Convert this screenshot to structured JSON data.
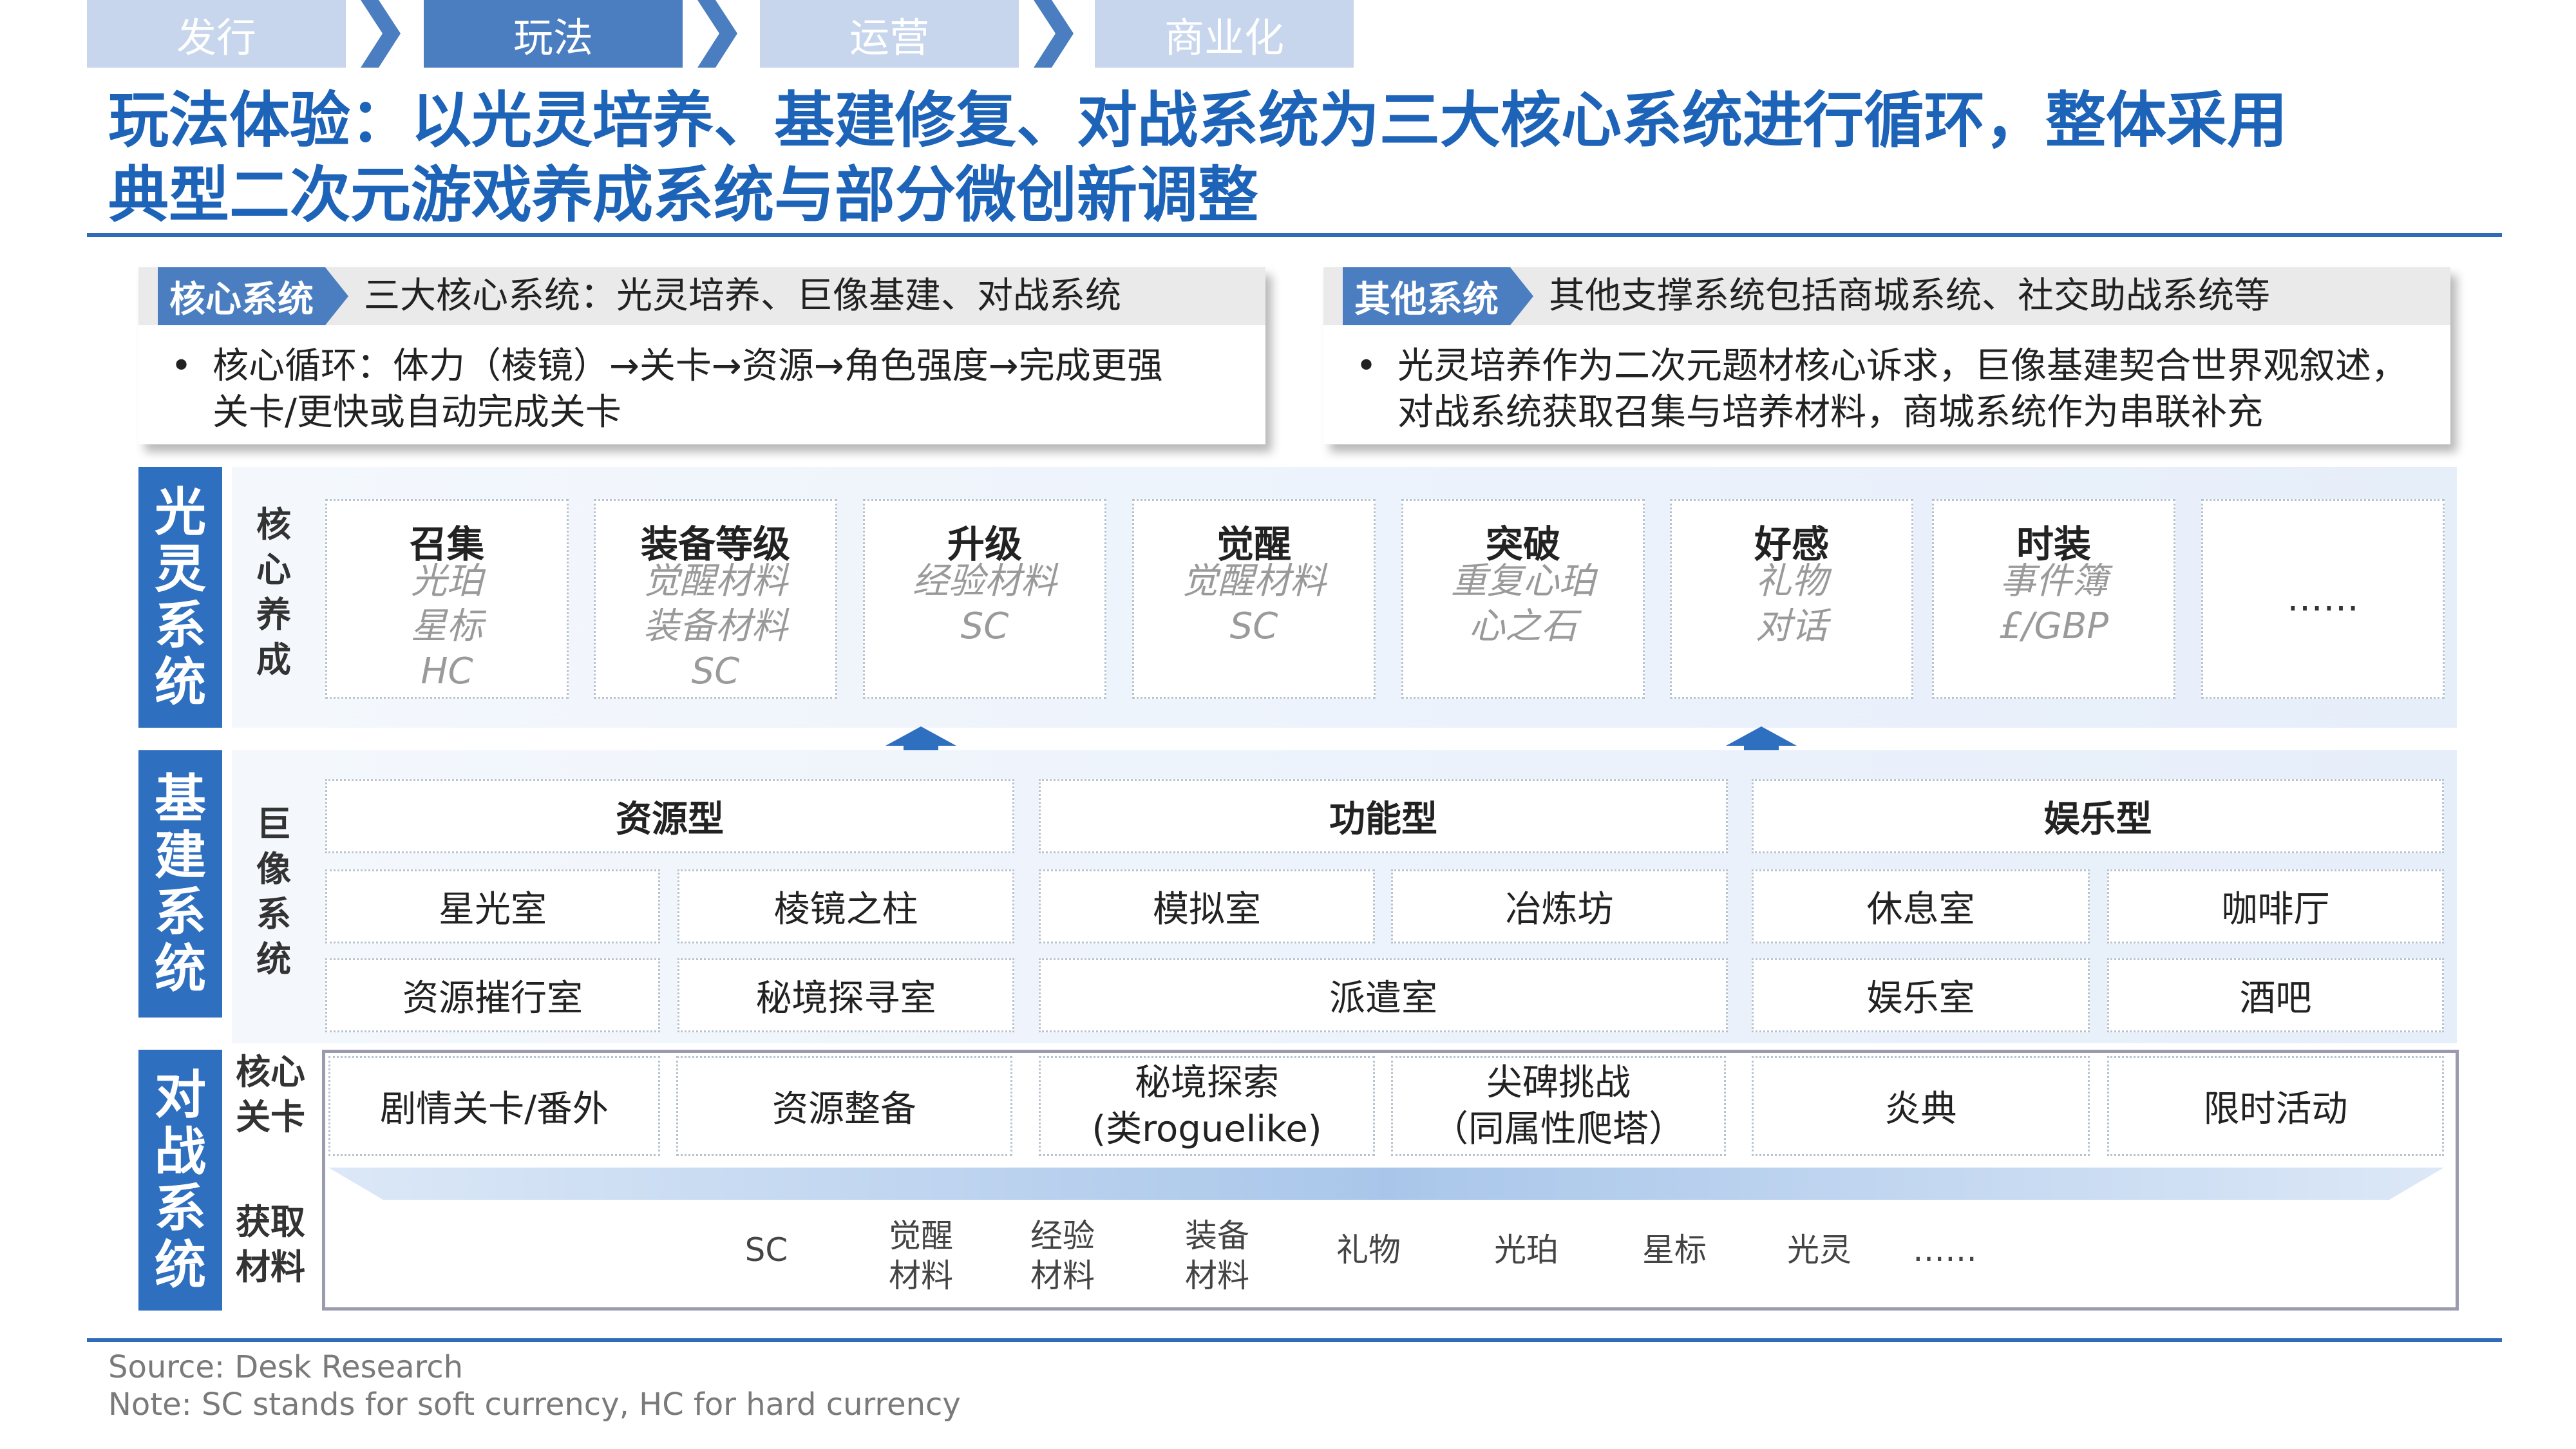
{
  "tabs": [
    {
      "label": "发行",
      "active": false
    },
    {
      "label": "玩法",
      "active": true
    },
    {
      "label": "运营",
      "active": false
    },
    {
      "label": "商业化",
      "active": false
    }
  ],
  "title_line1": "玩法体验：以光灵培养、基建修复、对战系统为三大核心系统进行循环，整体采用",
  "title_line2": "典型二次元游戏养成系统与部分微创新调整",
  "left_card": {
    "tag": "核心系统",
    "heading": "三大核心系统：光灵培养、巨像基建、对战系统",
    "bullet_line1": "核心循环：体力（棱镜）→关卡→资源→角色强度→完成更强",
    "bullet_line2": "关卡/更快或自动完成关卡"
  },
  "right_card": {
    "tag": "其他系统",
    "heading": "其他支撑系统包括商城系统、社交助战系统等",
    "bullet_line1": "光灵培养作为二次元题材核心诉求，巨像基建契合世界观叙述，",
    "bullet_line2": "对战系统获取召集与培养材料，商城系统作为串联补充"
  },
  "section1": {
    "label": [
      "光",
      "灵",
      "系",
      "统"
    ],
    "sublabel": [
      "核",
      "心",
      "养",
      "成"
    ],
    "boxes": [
      {
        "title": "召集",
        "subs": [
          "光珀",
          "星标",
          "HC"
        ]
      },
      {
        "title": "装备等级",
        "subs": [
          "觉醒材料",
          "装备材料",
          "SC"
        ]
      },
      {
        "title": "升级",
        "subs": [
          "经验材料",
          "SC"
        ]
      },
      {
        "title": "觉醒",
        "subs": [
          "觉醒材料",
          "SC"
        ]
      },
      {
        "title": "突破",
        "subs": [
          "重复心珀",
          "心之石"
        ]
      },
      {
        "title": "好感",
        "subs": [
          "礼物",
          "对话"
        ]
      },
      {
        "title": "时装",
        "subs": [
          "事件簿",
          "£/GBP"
        ]
      },
      {
        "title": "",
        "subs": [
          "……"
        ]
      }
    ]
  },
  "section2": {
    "label": [
      "基",
      "建",
      "系",
      "统"
    ],
    "sublabel": [
      "巨",
      "像",
      "系",
      "统"
    ],
    "groups": [
      "资源型",
      "功能型",
      "娱乐型"
    ],
    "resource": [
      "星光室",
      "棱镜之柱",
      "资源摧行室",
      "秘境探寻室"
    ],
    "function": [
      "模拟室",
      "冶炼坊",
      "派遣室"
    ],
    "leisure": [
      "休息室",
      "咖啡厅",
      "娱乐室",
      "酒吧"
    ]
  },
  "section3": {
    "label": [
      "对",
      "战",
      "系",
      "统"
    ],
    "sublabel_core": [
      "核心",
      "关卡"
    ],
    "sublabel_get": [
      "获取",
      "材料"
    ],
    "stages": [
      {
        "line1": "剧情关卡/番外",
        "line2": ""
      },
      {
        "line1": "资源整备",
        "line2": ""
      },
      {
        "line1": "秘境探索",
        "line2": "(类roguelike)"
      },
      {
        "line1": "尖碑挑战",
        "line2": "（同属性爬塔）"
      },
      {
        "line1": "炎典",
        "line2": ""
      },
      {
        "line1": "限时活动",
        "line2": ""
      }
    ],
    "materials": [
      {
        "line1": "SC",
        "line2": ""
      },
      {
        "line1": "觉醒",
        "line2": "材料"
      },
      {
        "line1": "经验",
        "line2": "材料"
      },
      {
        "line1": "装备",
        "line2": "材料"
      },
      {
        "line1": "礼物",
        "line2": ""
      },
      {
        "line1": "光珀",
        "line2": ""
      },
      {
        "line1": "星标",
        "line2": ""
      },
      {
        "line1": "光灵",
        "line2": ""
      },
      {
        "line1": "……",
        "line2": ""
      }
    ]
  },
  "footer": {
    "source": "Source: Desk Research",
    "note": "Note: SC stands for soft currency, HC for hard currency"
  },
  "colors": {
    "accent": "#2e6fc0",
    "title": "#1d63b8",
    "tab_inactive": "#c7d6ec",
    "tab_active": "#4a7ec0",
    "band": "#e9f1fb"
  }
}
